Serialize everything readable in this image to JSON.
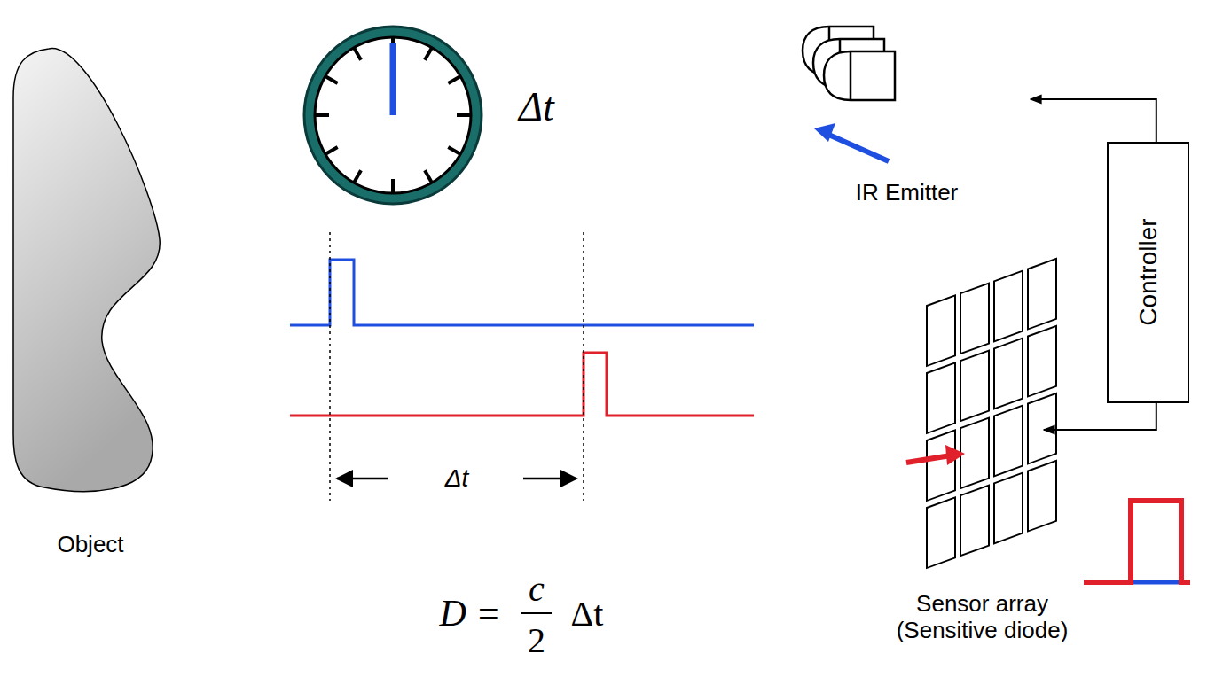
{
  "diagram": {
    "nodes": [
      {
        "text": [
          "Object"
        ]
      },
      {
        "text": [
          "IR Emitter"
        ]
      },
      {
        "text": [
          "Controller"
        ]
      },
      {
        "text": [
          "Sensor array (Sensitive diode)"
        ]
      }
    ],
    "edges": [
      {
        "from": 2,
        "to": 1,
        "arrow": "to"
      },
      {
        "from": 2,
        "to": 3,
        "arrow": "to"
      }
    ],
    "labels": [
      "Δt",
      "Δt",
      "D =",
      "c",
      "2",
      "Δt"
    ]
  }
}
